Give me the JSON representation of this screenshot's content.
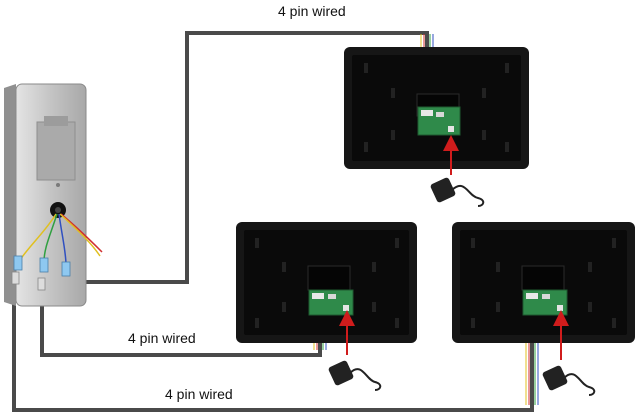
{
  "labels": {
    "top": "4 pin wired",
    "middle": "4 pin wired",
    "bottom": "4 pin wired"
  },
  "colors": {
    "cable": "#4a4a4a",
    "monitor_body": "#161616",
    "monitor_screen": "#050505",
    "doorbell_panel": "#b8b8b8",
    "pcb": "#2f8a4a",
    "power_arrow": "#d01c1c",
    "adapter": "#222222"
  },
  "devices": {
    "outdoor_unit": "doorbell-camera-panel",
    "indoor_monitors": [
      "monitor-top",
      "monitor-bottom-left",
      "monitor-bottom-right"
    ],
    "power_supplies": [
      "power-adapter-icon",
      "power-adapter-icon",
      "power-adapter-icon"
    ]
  }
}
